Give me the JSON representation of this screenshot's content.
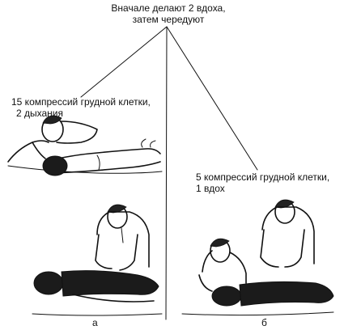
{
  "header": {
    "line1": "Вначале делают 2 вдоха,",
    "line2": "затем чередуют"
  },
  "panel_a": {
    "caption_line1": "15 компрессий грудной клетки,",
    "caption_line2": "2 дыхания",
    "label": "а"
  },
  "panel_b": {
    "caption_line1": "5 компрессий грудной клетки,",
    "caption_line2": "1 вдох",
    "label": "б"
  }
}
